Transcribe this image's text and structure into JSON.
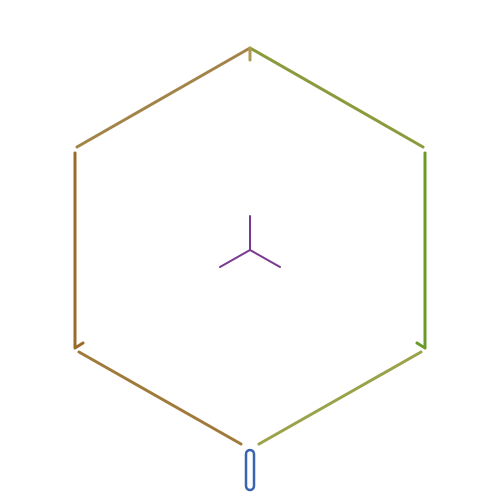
{
  "scene": {
    "background": "#ffffff",
    "frame": {
      "edges": [
        {
          "id": "top-left",
          "color": "#a38448"
        },
        {
          "id": "top-right",
          "color": "#8a9a3c"
        },
        {
          "id": "right",
          "color": "#6b9a2a"
        },
        {
          "id": "bottom-right",
          "color": "#9aa24a"
        },
        {
          "id": "bottom-left",
          "color": "#a07a3a"
        },
        {
          "id": "left",
          "color": "#9a6a2a"
        }
      ],
      "vertex_ticks": [
        {
          "id": "top",
          "color": "#b09a52"
        },
        {
          "id": "bottom-left",
          "color": "#9a6a2a"
        },
        {
          "id": "bottom-right",
          "color": "#6b9a2a"
        }
      ]
    },
    "center_glyph": {
      "color": "#7a3a90"
    },
    "bottom_marker": {
      "color": "#3a64b0"
    }
  }
}
